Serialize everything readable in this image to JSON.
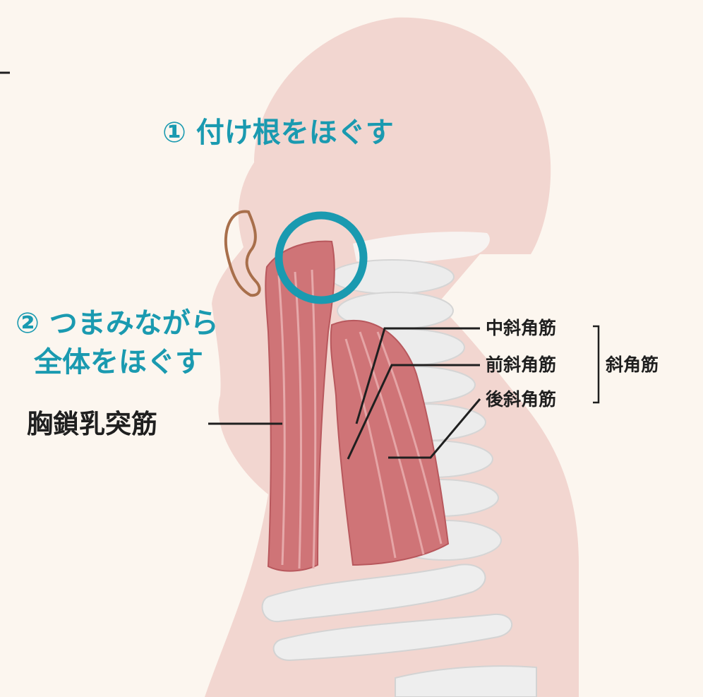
{
  "steps": {
    "step1": "① 付け根をほぐす",
    "step2_line1": "② つまみながら",
    "step2_line2": "全体をほぐす"
  },
  "labels": {
    "scm": "胸鎖乳突筋",
    "scalene_middle": "中斜角筋",
    "scalene_anterior": "前斜角筋",
    "scalene_posterior": "後斜角筋",
    "scalene_group": "斜角筋"
  },
  "colors": {
    "background": "#fcf6ef",
    "skin": "#f2d6d0",
    "muscle": "#cf7477",
    "bone": "#ececec",
    "accent": "#1a9ab0",
    "text": "#1f1f1f"
  }
}
